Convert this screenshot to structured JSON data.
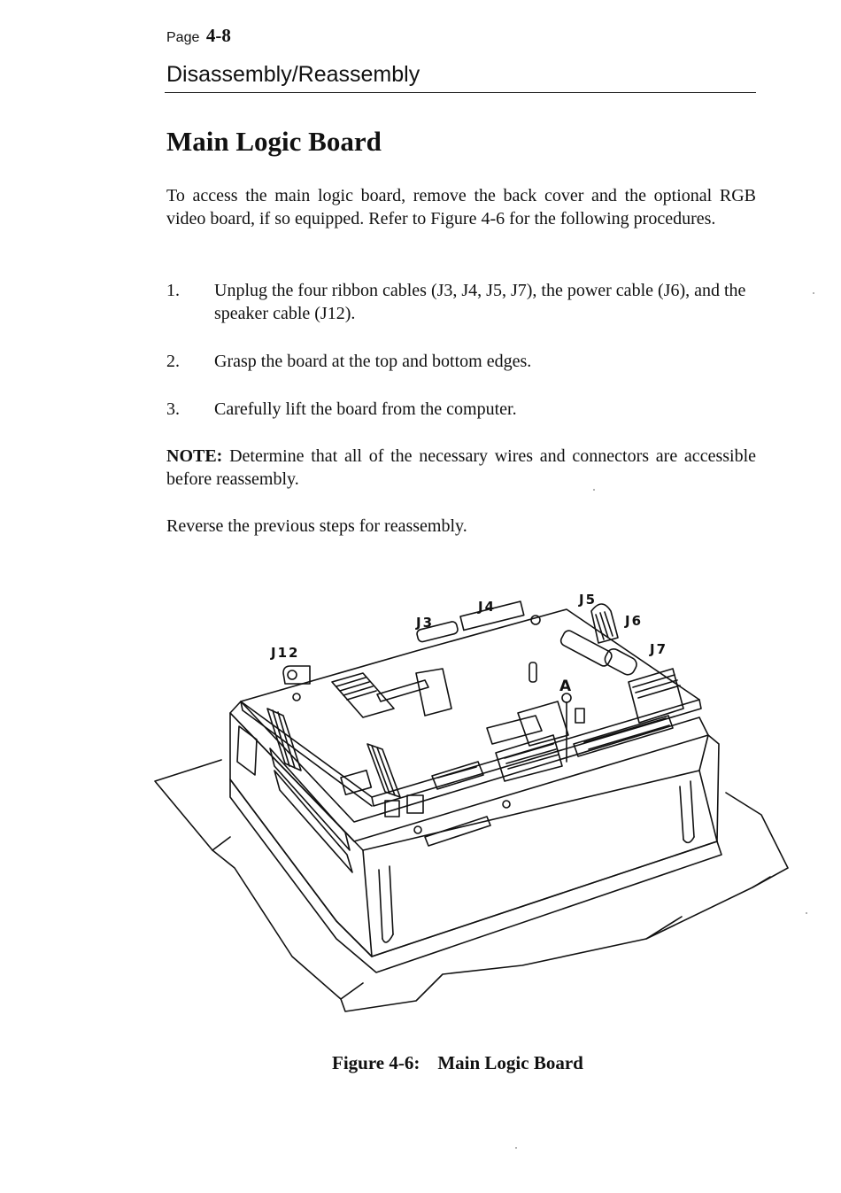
{
  "header": {
    "page_prefix": "Page",
    "page_number": "4-8",
    "section": "Disassembly/Reassembly"
  },
  "title": "Main Logic Board",
  "intro": "To access the main logic board, remove the back cover and the optional RGB video board, if so equipped. Refer to Figure 4-6 for the following procedures.",
  "steps": [
    {
      "num": "1.",
      "text": "Unplug the four ribbon cables (J3, J4, J5, J7), the power cable (J6), and the speaker cable (J12)."
    },
    {
      "num": "2.",
      "text": "Grasp the board at the top and bottom edges."
    },
    {
      "num": "3.",
      "text": "Carefully lift the board from the computer."
    }
  ],
  "note": {
    "label": "NOTE:",
    "text": "Determine that all of the necessary wires and connectors are accessible before reassembly."
  },
  "closing": "Reverse the previous steps for reassembly.",
  "figure": {
    "labels": {
      "j3": "J3",
      "j4": "J4",
      "j5": "J5",
      "j6": "J6",
      "j7": "J7",
      "j12": "J12",
      "a": "A"
    },
    "caption_number": "Figure 4-6:",
    "caption_title": "Main Logic Board"
  }
}
